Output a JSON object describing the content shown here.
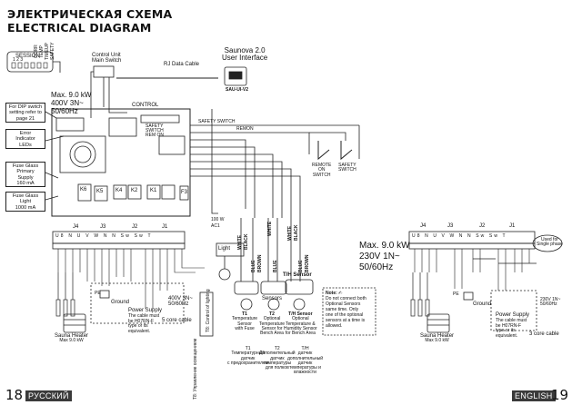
{
  "header": {
    "title_ru": "ЭЛЕКТРИЧЕСКАЯ СХЕМА",
    "title_en": "ELECTRICAL DIAGRAM"
  },
  "left": {
    "session_label": "SESSION",
    "session_numbers": "1  2  3",
    "dip_labels": [
      "CORR",
      "TEMP",
      "TIMEUP",
      "SAFETY"
    ],
    "control_unit_label": [
      "Control Unit",
      "Main Switch"
    ],
    "rj_cable_label": "RJ Data Cable",
    "ui_title": [
      "Saunova 2.0",
      "User Interface"
    ],
    "ui_model": "SAU-UI-V2",
    "max_kw": "Max. 9.0 kW",
    "voltage": "400V 3N~",
    "frequency": "50/60Hz",
    "control_label": "CONTROL",
    "dip_note": [
      "For DIP switch",
      "setting refer to",
      "page 21"
    ],
    "error_leds": [
      "Error",
      "Indicator",
      "LEDs"
    ],
    "fuse_primary": [
      "Fuse Glass",
      "Primary",
      "Supply",
      "160 mA"
    ],
    "fuse_light": [
      "Fuse Glass",
      "Light",
      "1000 mA"
    ],
    "relays": [
      "K6",
      "K5",
      "K4",
      "K2",
      "K1"
    ],
    "fuse_f3": "F3",
    "board_switch_labels": [
      "SAFETY",
      "SWITCH",
      "REM ON"
    ],
    "safety_switch_line": "SAFETY SWITCH",
    "remon_line": "REMON",
    "terminal_groups": [
      "J4",
      "J3",
      "J2",
      "J1"
    ],
    "terminals_lower": [
      "U8",
      "N",
      "U",
      "V",
      "W",
      "N",
      "N",
      "Sw",
      "Sw",
      "T"
    ],
    "wire_colors": [
      "WHITE",
      "BLACK",
      "BLUE",
      "BROWN",
      "WHITE",
      "BLUE",
      "WHITE",
      "BLACK",
      "BLUE",
      "BROWN"
    ],
    "remote_switch": [
      "REMOTE",
      "ON",
      "SWITCH"
    ],
    "safety_switch_box": [
      "SAFETY",
      "SWITCH"
    ],
    "light_label": "Light",
    "light_rating": [
      "100 W",
      "AC1"
    ],
    "lamp_control_vert": "T8: Control of lighting",
    "lamp_control_ru": "T8: Управление освещением",
    "sensors_label": "Sensors",
    "th_sensor_label": "T/H Sensor",
    "sensor_t1_cap": [
      "T1",
      "Temperature",
      "Sensor",
      "with Fuse"
    ],
    "sensor_t2_cap": [
      "T2",
      "Optional",
      "Temperature",
      "Sensor for",
      "Bench Area"
    ],
    "sensor_th_cap": [
      "T/H Sensor",
      "Optional",
      "Temperature &",
      "Humidity Sensor",
      "for Bench Area"
    ],
    "bottom_ru": [
      [
        "T1",
        "Температурный",
        "датчик",
        "с предохранителем"
      ],
      [
        "T2",
        "Дополнительный",
        "датчик",
        "температуры",
        "для полков"
      ],
      [
        "T/H",
        "датчик",
        "дополнительный",
        "датчик",
        "температуры и",
        "влажности"
      ]
    ],
    "note_lines": [
      "Note: ✍",
      "Do not connect both",
      "Optional Sensors",
      "same time. Only",
      "one of the optional",
      "sensors at a time is",
      "allowed."
    ],
    "pe_ground": [
      "PE",
      "Ground"
    ],
    "power_supply": [
      "Power Supply",
      "The cable must",
      "be H07RN-F",
      "type or its",
      "equivalent."
    ],
    "supply_rating": [
      "400V 3N~",
      "50/60Hz"
    ],
    "core_cable": "5 core cable",
    "heater_label": [
      "Sauna Heater",
      "Max 9.0 kW"
    ]
  },
  "right": {
    "max_kw": "Max. 9.0 kW",
    "voltage": "230V 1N~",
    "frequency": "50/60Hz",
    "terminal_groups": [
      "J4",
      "J3",
      "J2",
      "J1"
    ],
    "terminals": [
      "U8",
      "N",
      "U",
      "V",
      "W",
      "N",
      "N",
      "Sw",
      "Sw",
      "T"
    ],
    "single_phase": [
      "Used for",
      "Single phase"
    ],
    "pe_ground": [
      "PE",
      "Ground"
    ],
    "power_supply": [
      "Power Supply",
      "The cable must",
      "be H07RN-F",
      "type or its",
      "equivalent."
    ],
    "supply_rating": [
      "230V 1N~",
      "50/60Hz"
    ],
    "core_cable": "3 core cable",
    "heater_label": [
      "Sauna Heater",
      "Max 9.0 kW"
    ]
  },
  "footer": {
    "page_left": "18",
    "lang_left": "РУССКИЙ",
    "lang_right": "ENGLISH",
    "page_right": "19"
  }
}
